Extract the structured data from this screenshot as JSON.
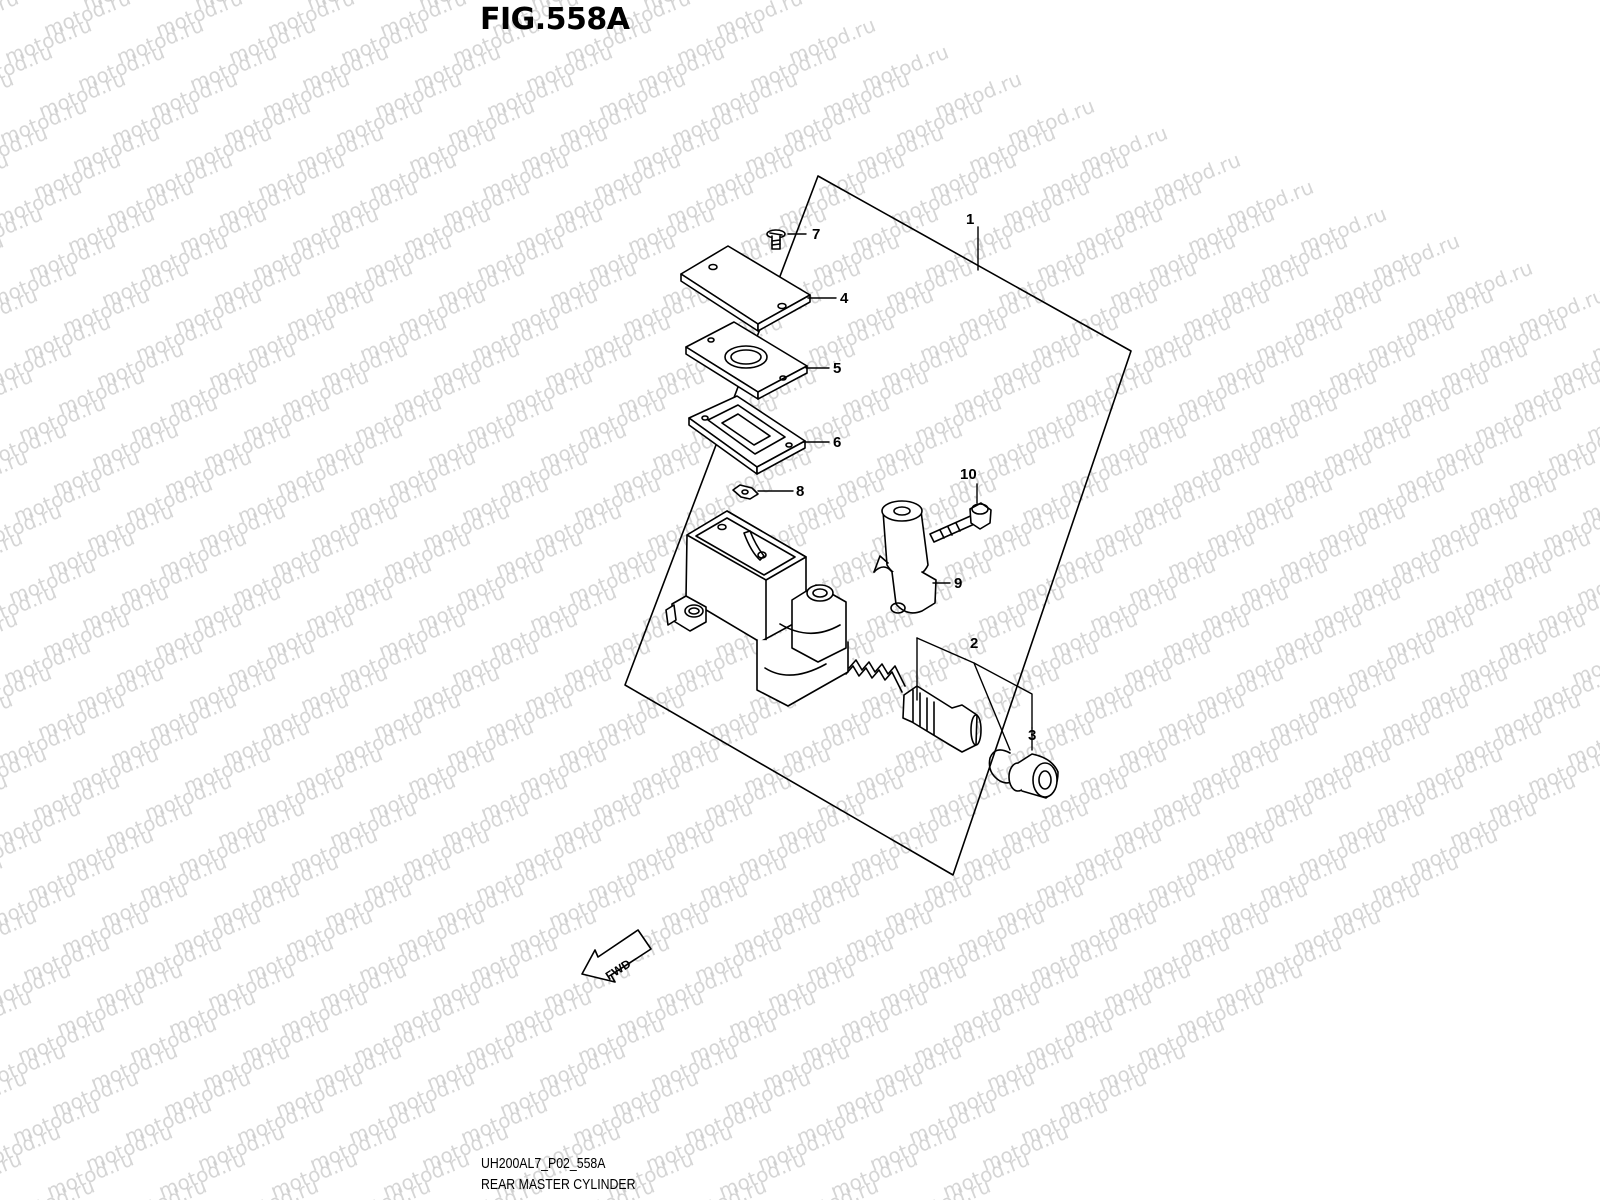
{
  "watermark": "motod.ru",
  "figure": {
    "title": "FIG.558A"
  },
  "callouts": {
    "c1": "1",
    "c2": "2",
    "c3": "3",
    "c4": "4",
    "c5": "5",
    "c6": "6",
    "c7": "7",
    "c8": "8",
    "c9": "9",
    "c10": "10"
  },
  "direction_arrow": {
    "label": "FWD"
  },
  "footer": {
    "code": "UH200AL7_P02_558A",
    "name": "REAR MASTER CYLINDER"
  }
}
